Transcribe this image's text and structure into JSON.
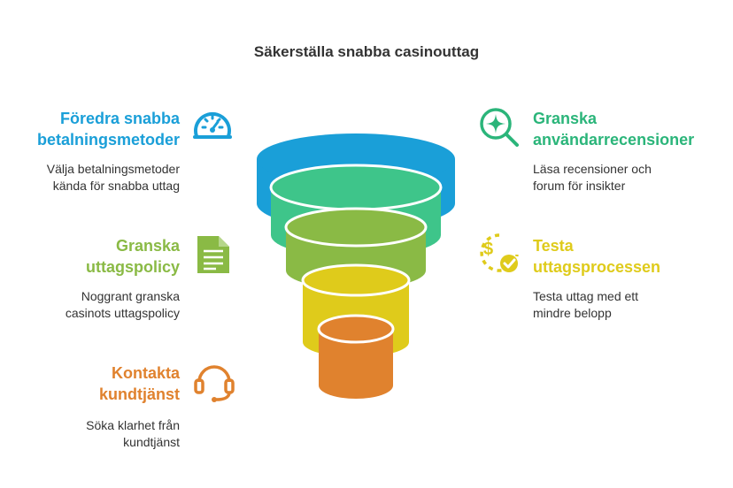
{
  "title": "Säkerställa snabba casinouttag",
  "colors": {
    "blue": "#1a9fd8",
    "green_light": "#3ec58a",
    "green": "#8aba45",
    "yellow": "#dfcb1b",
    "orange": "#e0822e",
    "teal": "#2bb57a"
  },
  "steps_left": [
    {
      "heading": [
        "Föredra snabba",
        "betalningsmetoder"
      ],
      "desc": [
        "Välja betalningsmetoder",
        "kända för snabba uttag"
      ],
      "icon": "speedometer-icon",
      "color": "#1a9fd8"
    },
    {
      "heading": [
        "Granska",
        "uttagspolicy"
      ],
      "desc": [
        "Noggrant granska",
        "casinots uttagspolicy"
      ],
      "icon": "document-icon",
      "color": "#8aba45"
    },
    {
      "heading": [
        "Kontakta",
        "kundtjänst"
      ],
      "desc": [
        "Söka klarhet från",
        "kundtjänst"
      ],
      "icon": "headset-icon",
      "color": "#e0822e"
    }
  ],
  "steps_right": [
    {
      "heading": [
        "Granska",
        "användarrecensioner"
      ],
      "desc": [
        "Läsa recensioner och",
        "forum för insikter"
      ],
      "icon": "magnifier-sparkle-icon",
      "color": "#2bb57a"
    },
    {
      "heading": [
        "Testa",
        "uttagsprocessen"
      ],
      "desc": [
        "Testa uttag med ett",
        "mindre belopp"
      ],
      "icon": "dollar-check-icon",
      "color": "#dfcb1b"
    }
  ]
}
